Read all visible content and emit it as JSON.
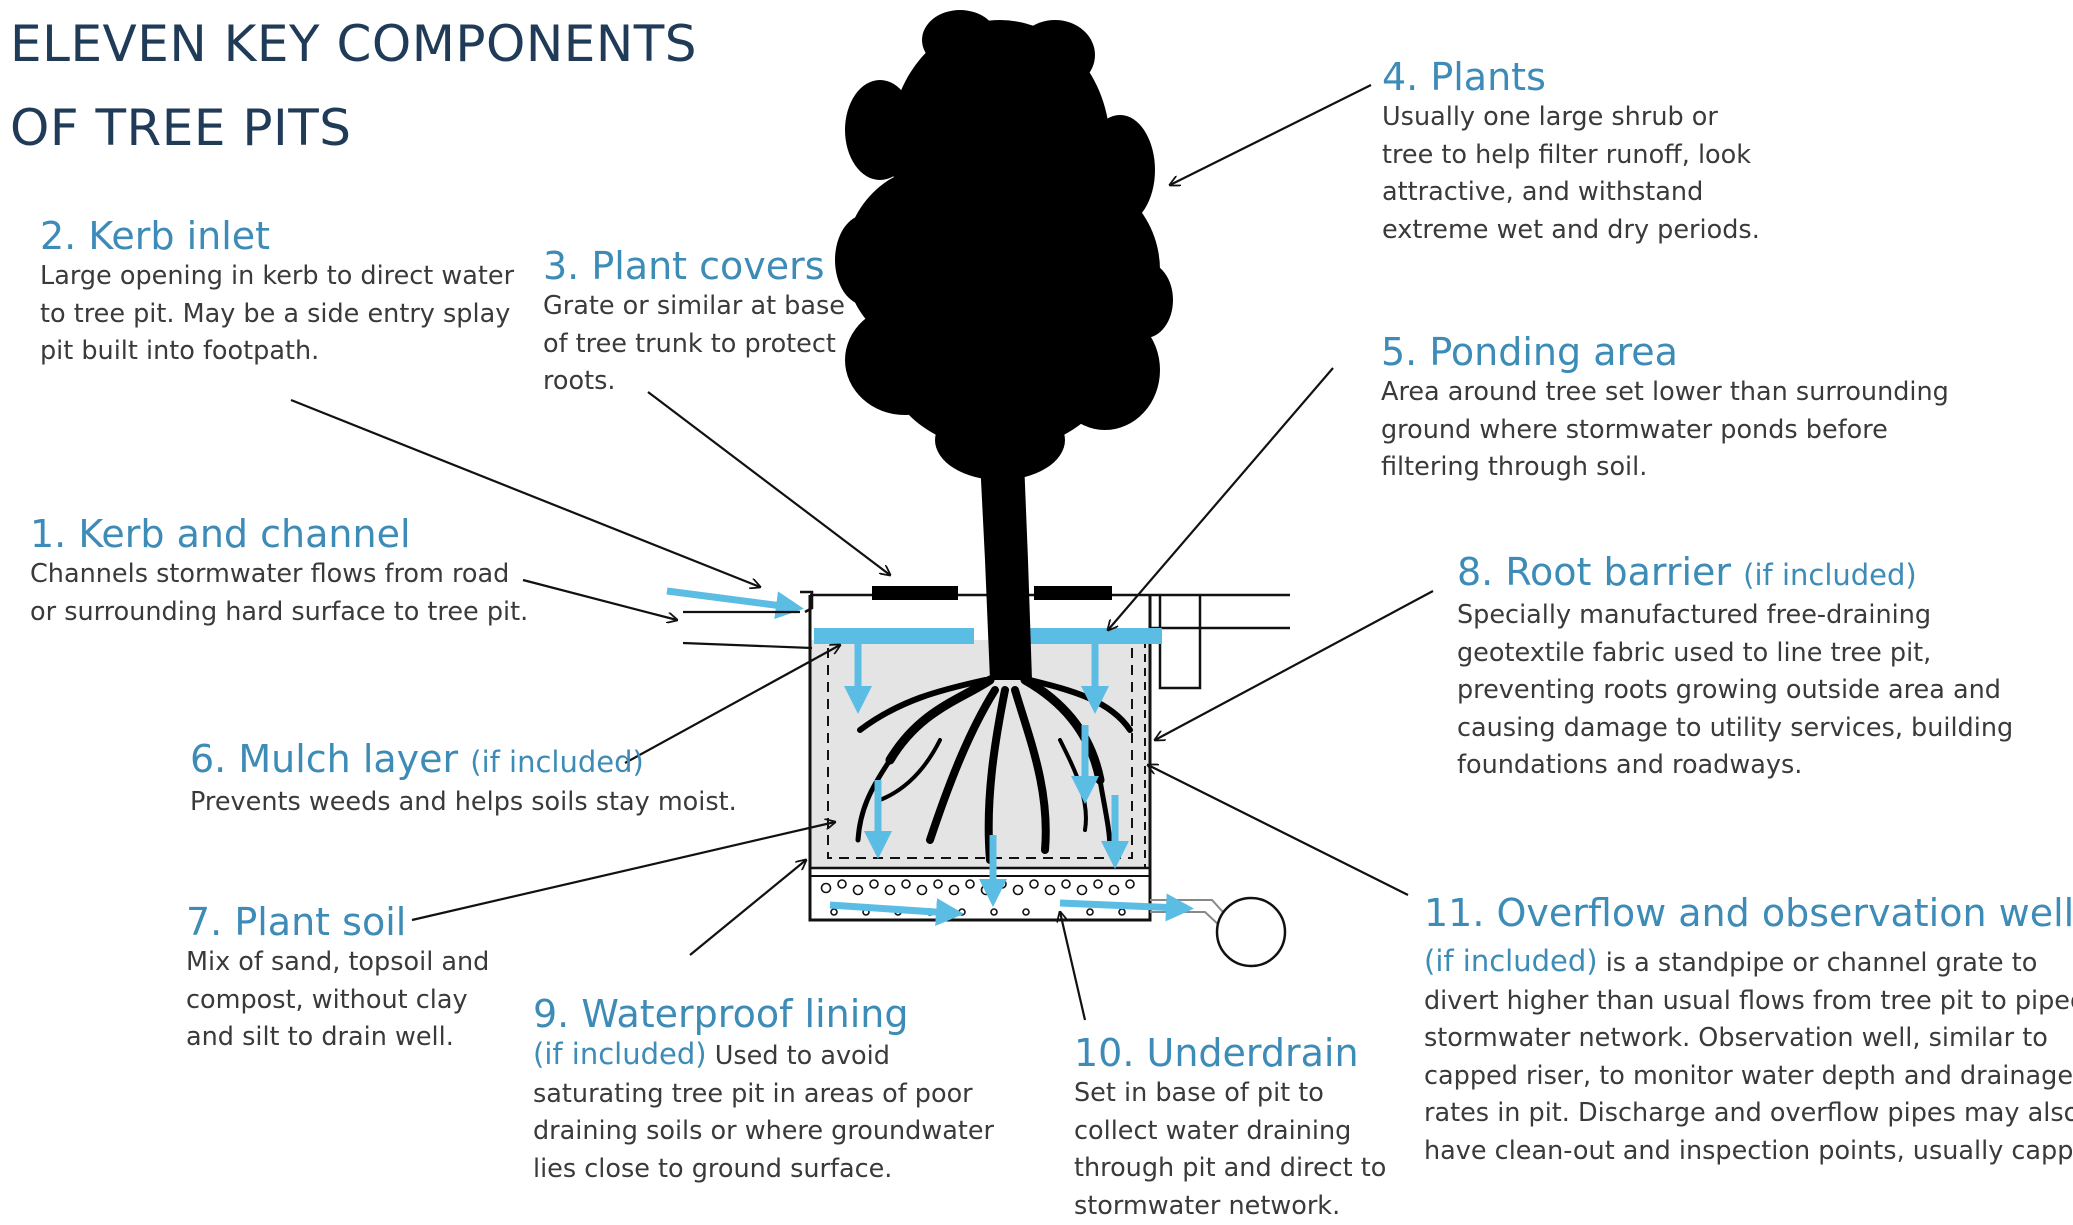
{
  "title": {
    "line1": "ELEVEN KEY COMPONENTS",
    "line2": "OF TREE PITS"
  },
  "components": {
    "kerb_inlet": {
      "heading": "2. Kerb inlet",
      "lines": [
        "Large opening in kerb to direct water",
        "to tree pit.  May be a side entry splay",
        "pit built into footpath."
      ]
    },
    "plant_covers": {
      "heading": "3. Plant covers",
      "lines": [
        "Grate or similar at base",
        "of tree trunk to protect",
        "roots."
      ]
    },
    "plants": {
      "heading": "4. Plants",
      "lines": [
        "Usually one large shrub or",
        "tree to help filter runoff, look",
        "attractive, and withstand",
        "extreme wet and dry periods."
      ]
    },
    "ponding_area": {
      "heading": "5. Ponding area",
      "lines": [
        "Area around tree set lower than surrounding",
        "ground where stormwater ponds before",
        "filtering through soil."
      ]
    },
    "kerb_channel": {
      "heading": "1. Kerb and channel",
      "lines": [
        "Channels stormwater flows from road",
        "or surrounding hard surface to tree pit."
      ]
    },
    "root_barrier": {
      "heading": "8. Root barrier",
      "note": "(if included)",
      "lines": [
        "Specially manufactured free-draining",
        "geotextile fabric used to line tree pit,",
        "preventing roots growing outside area and",
        "causing damage to utility services, building",
        "foundations and roadways."
      ]
    },
    "mulch_layer": {
      "heading": "6. Mulch layer",
      "note": "(if included)",
      "lines": [
        "Prevents weeds and helps soils stay moist."
      ]
    },
    "plant_soil": {
      "heading": "7. Plant soil",
      "lines": [
        "Mix of sand, topsoil and",
        "compost, without clay",
        "and silt to drain well."
      ]
    },
    "waterproof_lining": {
      "heading": "9. Waterproof lining",
      "note": "(if included)",
      "first_line": "Used to avoid",
      "lines": [
        "saturating tree pit in areas of poor",
        "draining soils or where groundwater",
        "lies close to ground surface."
      ]
    },
    "underdrain": {
      "heading": "10. Underdrain",
      "lines": [
        "Set in base of pit to",
        "collect water draining",
        "through pit and direct to",
        "stormwater network."
      ]
    },
    "overflow_well": {
      "heading": "11. Overflow and observation well",
      "note": "(if included)",
      "first_line": " is a standpipe or channel grate to",
      "lines": [
        "divert higher than usual flows from tree pit to piped",
        "stormwater network. Observation well, similar to",
        "capped riser, to monitor water depth and drainage",
        "rates in pit.  Discharge and overflow pipes may also",
        "have clean-out and inspection points, usually capped."
      ]
    }
  },
  "colors": {
    "heading_blue": "#3d8bb7",
    "water_blue": "#5bbce4",
    "title_navy": "#1f3b57",
    "soil_grey": "#e4e4e4",
    "tree_black": "#000000"
  }
}
